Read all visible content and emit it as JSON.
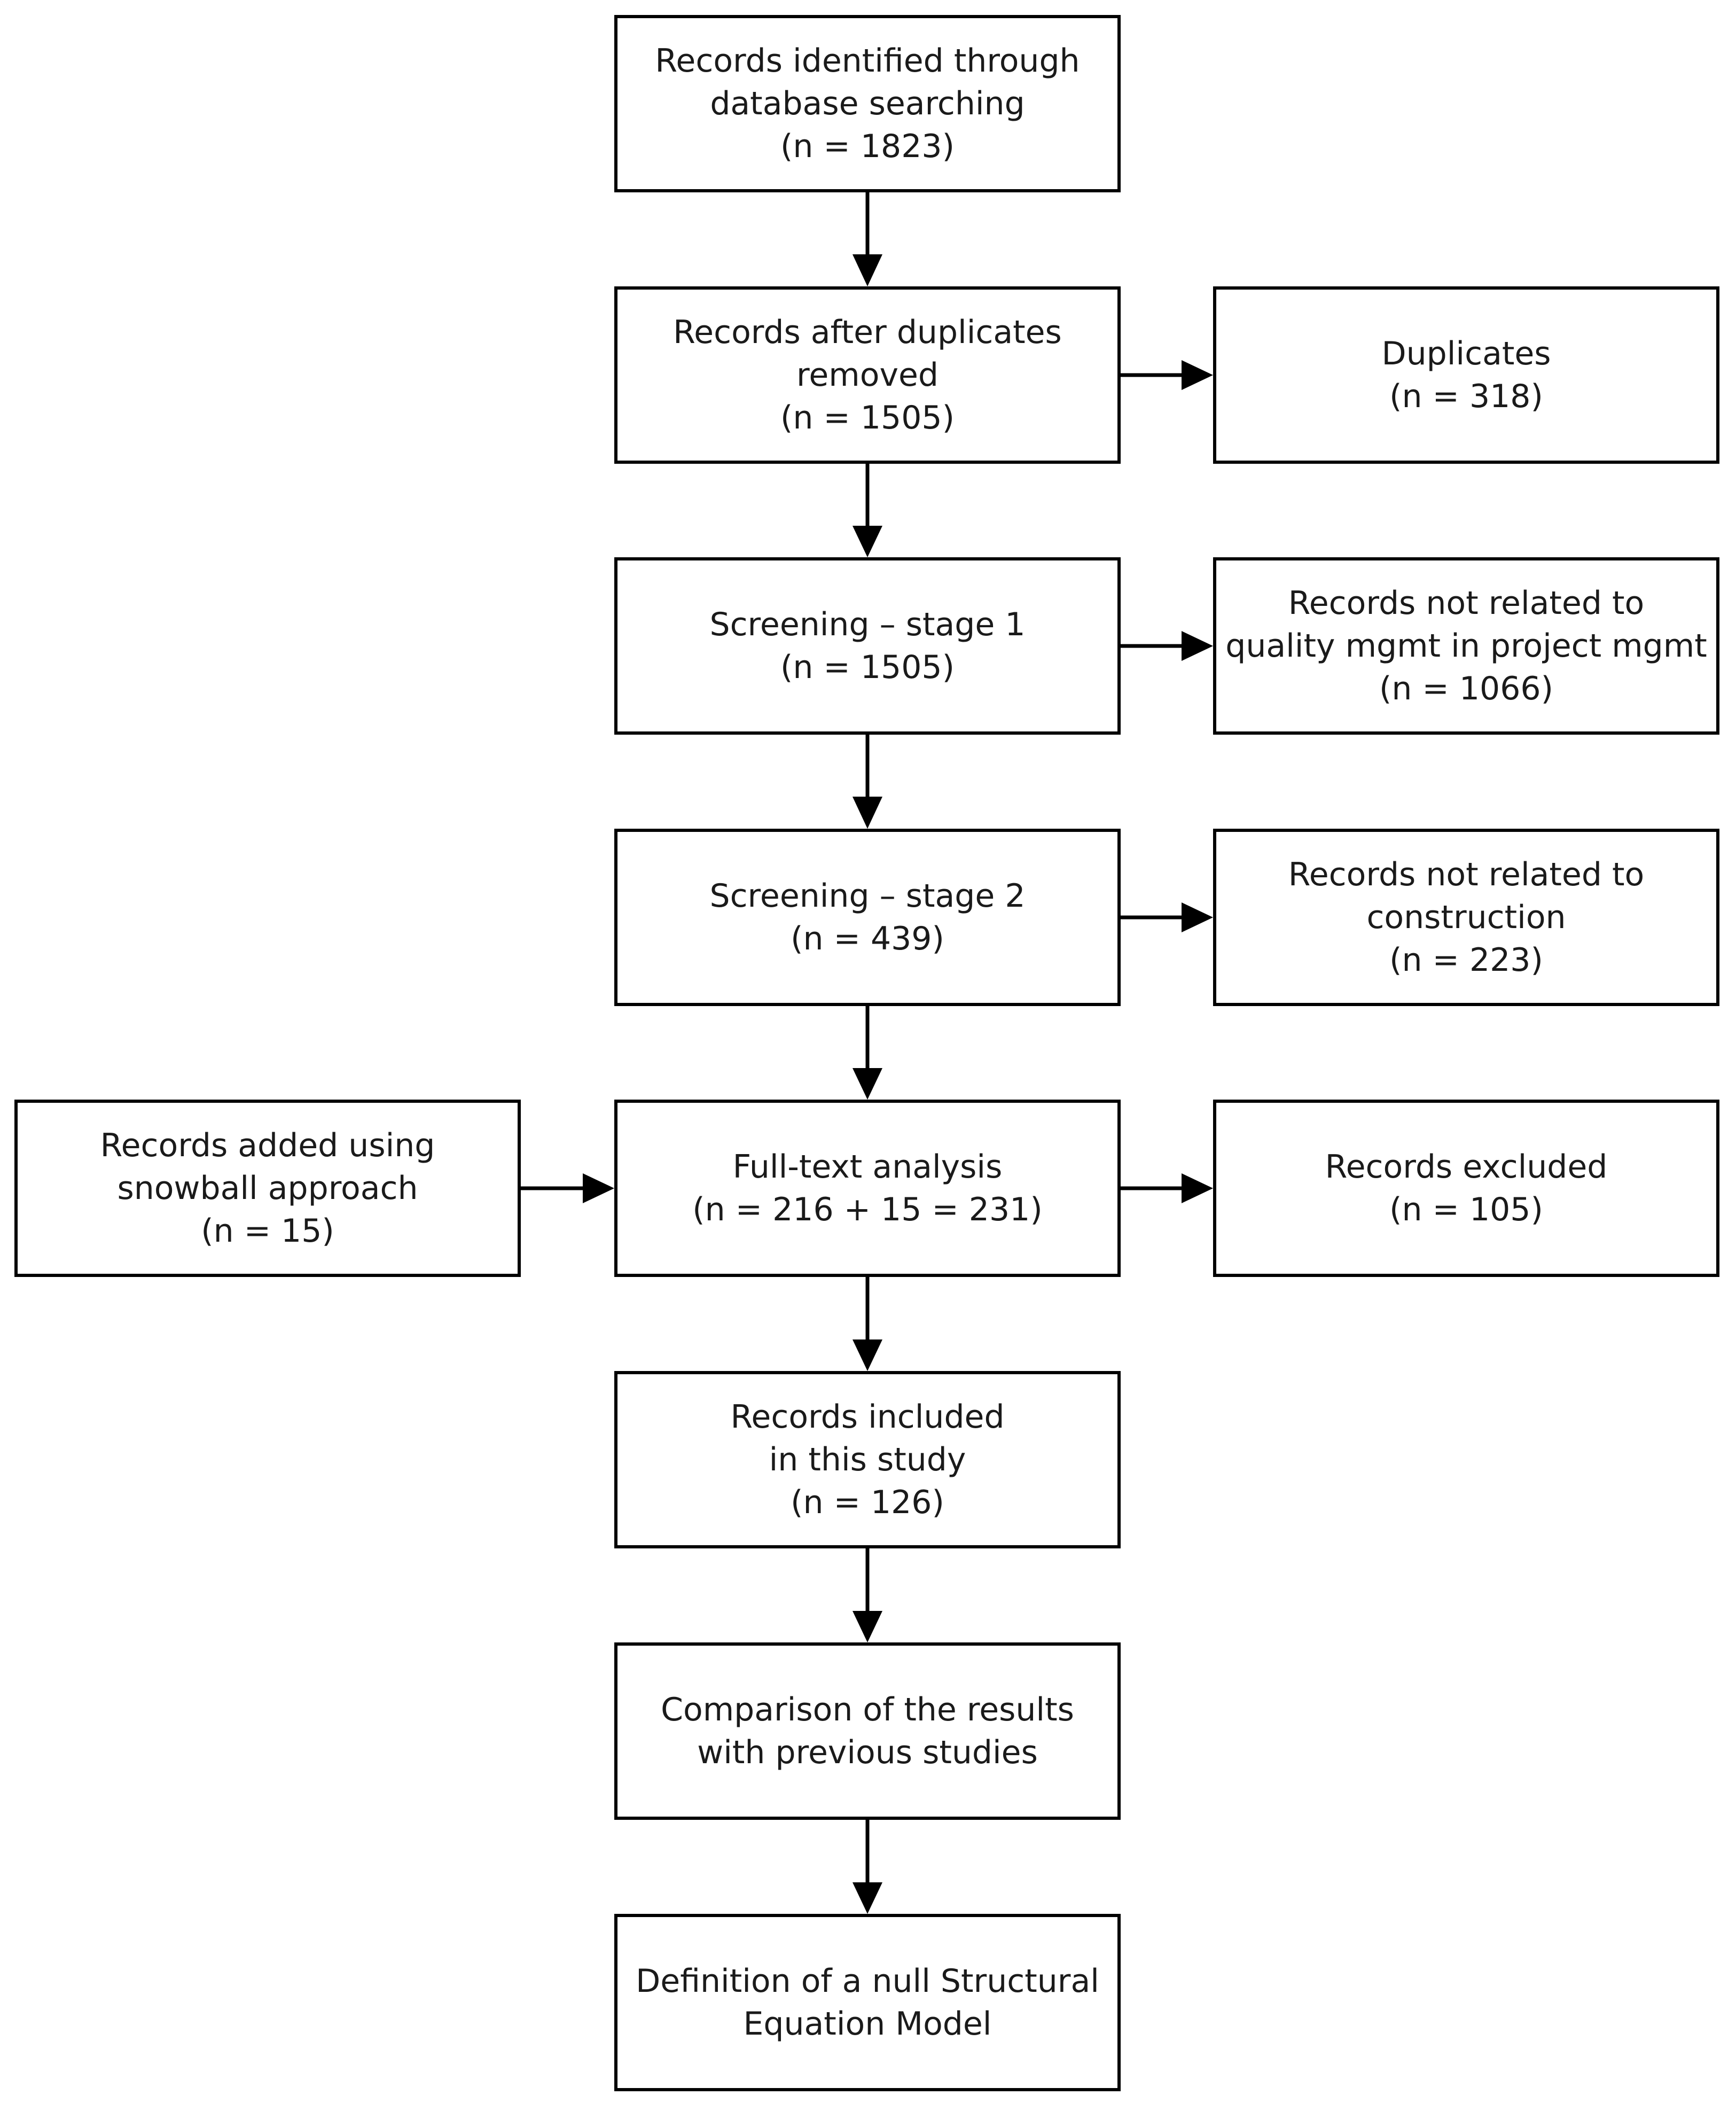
{
  "boxes": {
    "identified": {
      "lines": [
        "Records identified through",
        "database searching",
        "(n = 1823)"
      ]
    },
    "after_duplicates": {
      "lines": [
        "Records after duplicates",
        "removed",
        "(n = 1505)"
      ]
    },
    "screening_1": {
      "lines": [
        "Screening – stage 1",
        "(n = 1505)"
      ]
    },
    "screening_2": {
      "lines": [
        "Screening – stage 2",
        "(n = 439)"
      ]
    },
    "full_text": {
      "lines": [
        "Full-text analysis",
        "(n = 216 + 15 = 231)"
      ]
    },
    "included": {
      "lines": [
        "Records included",
        "in this study",
        "(n = 126)"
      ]
    },
    "comparison": {
      "lines": [
        "Comparison of the results",
        "with previous studies"
      ]
    },
    "definition": {
      "lines": [
        "Definition of a null Structural",
        "Equation Model"
      ]
    },
    "duplicates": {
      "lines": [
        "Duplicates",
        "(n = 318)"
      ]
    },
    "not_quality": {
      "lines": [
        "Records not related to",
        "quality mgmt in project mgmt",
        "(n = 1066)"
      ]
    },
    "not_construction": {
      "lines": [
        "Records not related to",
        "construction",
        "(n = 223)"
      ]
    },
    "excluded": {
      "lines": [
        "Records excluded",
        "(n = 105)"
      ]
    },
    "snowball": {
      "lines": [
        "Records added using",
        "snowball approach",
        "(n = 15)"
      ]
    }
  }
}
